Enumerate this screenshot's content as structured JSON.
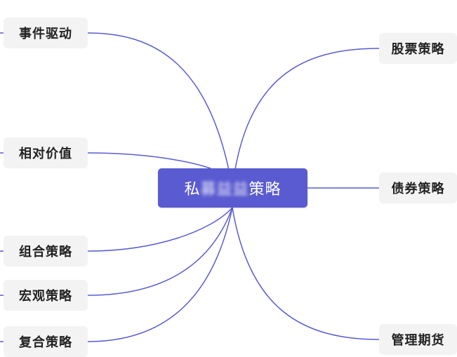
{
  "root": {
    "prefix": "私",
    "masked": "募益益",
    "suffix": "策略"
  },
  "left_nodes": [
    {
      "id": "event",
      "label": "事件驱动"
    },
    {
      "id": "relative",
      "label": "相对价值"
    },
    {
      "id": "combo",
      "label": "组合策略"
    },
    {
      "id": "macro",
      "label": "宏观策略"
    },
    {
      "id": "composite",
      "label": "复合策略"
    }
  ],
  "right_nodes": [
    {
      "id": "stock",
      "label": "股票策略"
    },
    {
      "id": "bond",
      "label": "债券策略"
    },
    {
      "id": "futures",
      "label": "管理期货"
    }
  ],
  "colors": {
    "root_fill": "#5a5bd1",
    "line": "#5a5bd1",
    "node_fill": "#f3f3f4",
    "text": "#222222"
  }
}
